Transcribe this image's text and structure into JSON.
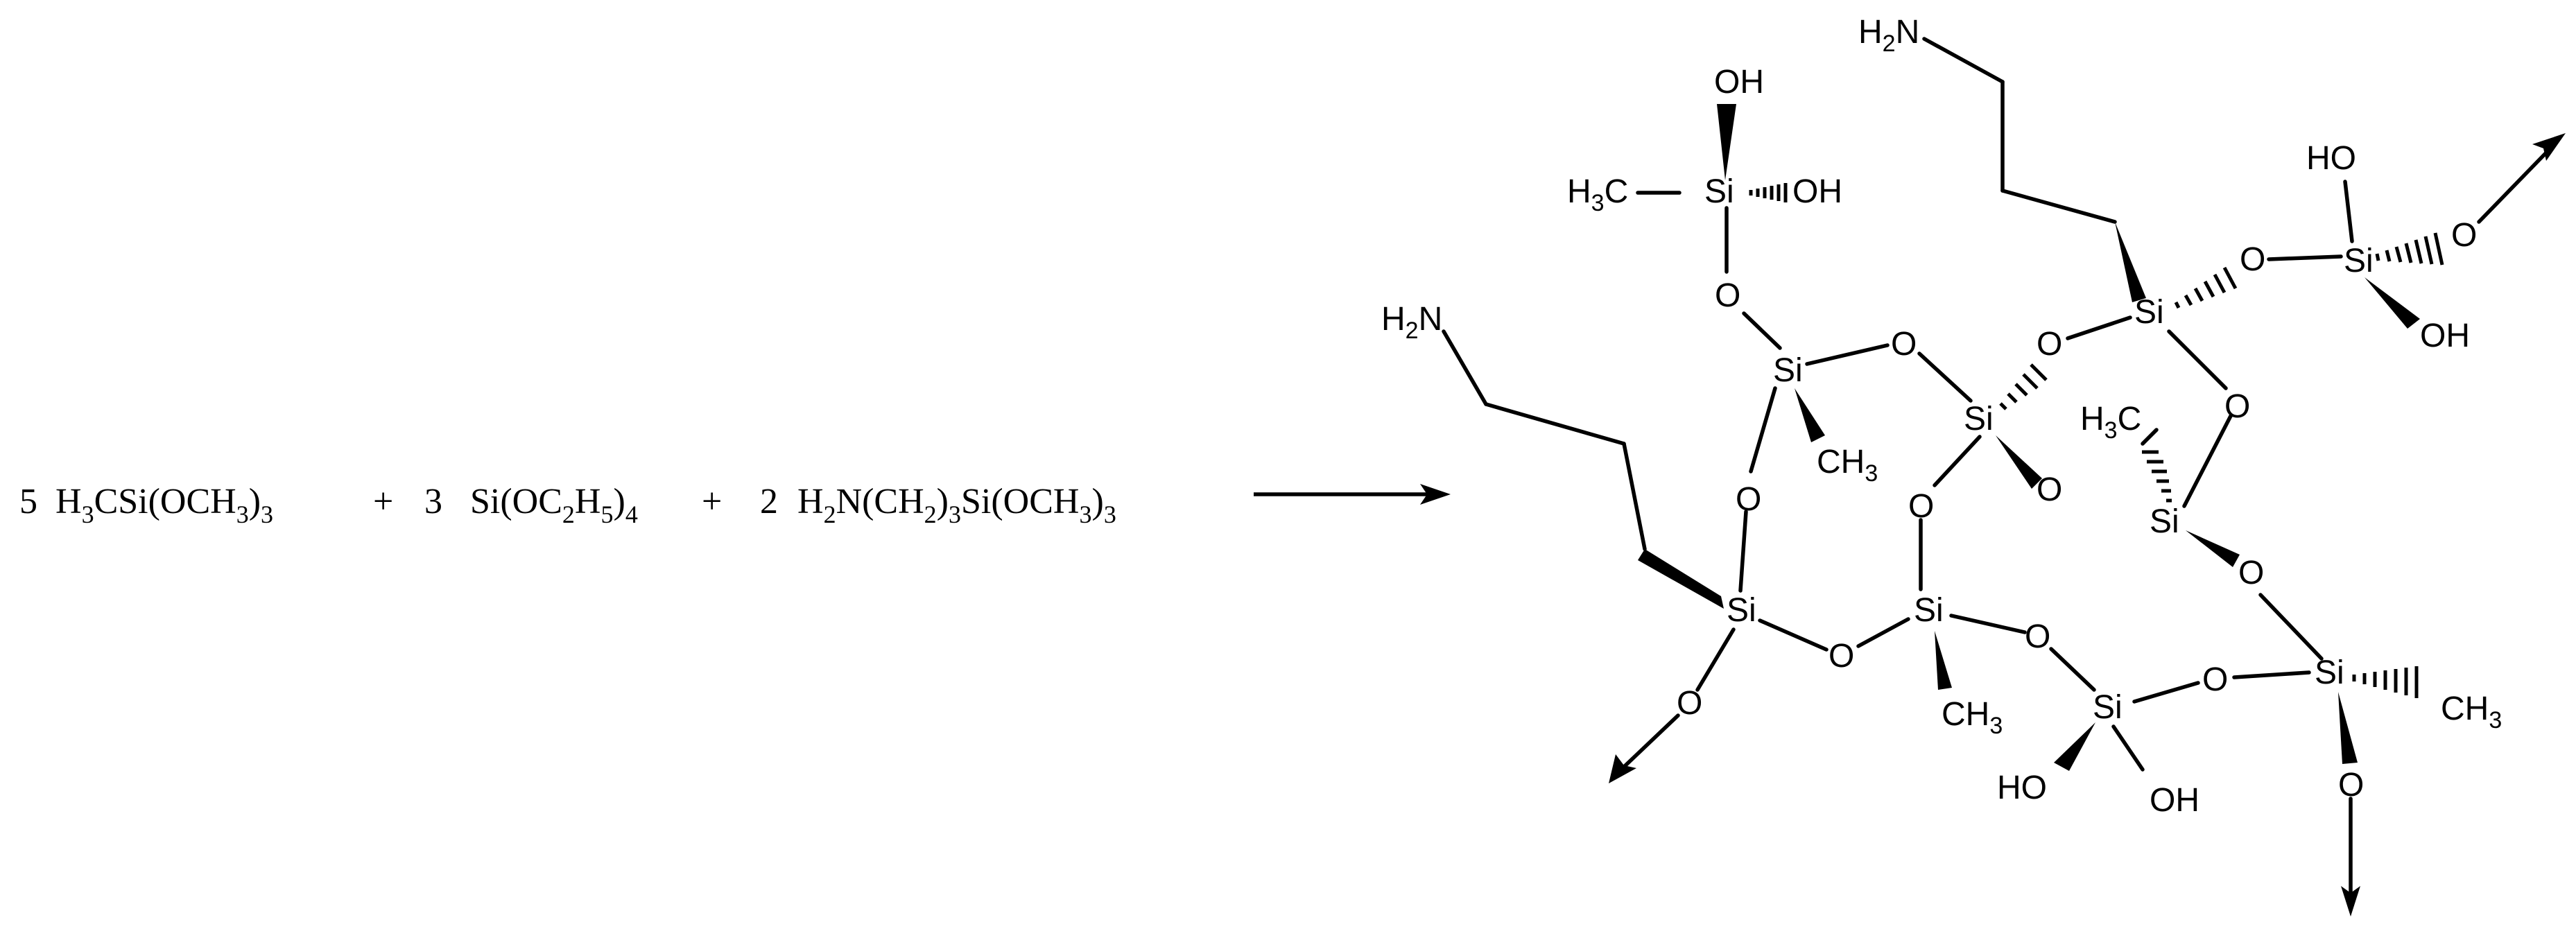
{
  "equation": {
    "coef_1": "5",
    "reagent_1_a": "H",
    "reagent_1_a_sub": "3",
    "reagent_1_b": "CSi(OCH",
    "reagent_1_b_sub": "3",
    "reagent_1_c": ")",
    "reagent_1_c_sub": "3",
    "plus_1": "+",
    "coef_2": "3",
    "reagent_2_a": "Si(OC",
    "reagent_2_a_sub": "2",
    "reagent_2_b": "H",
    "reagent_2_b_sub": "5",
    "reagent_2_c": ")",
    "reagent_2_c_sub": "4",
    "plus_2": "+",
    "coef_3": "2",
    "reagent_3_a": "H",
    "reagent_3_a_sub": "2",
    "reagent_3_b": "N(CH",
    "reagent_3_b_sub": "2",
    "reagent_3_c": ")",
    "reagent_3_c_sub": "3",
    "reagent_3_d": "Si(OCH",
    "reagent_3_d_sub": "3",
    "reagent_3_e": ")",
    "reagent_3_e_sub": "3"
  },
  "atoms": {
    "si": "Si",
    "o": "O",
    "oh": "OH",
    "ho": "HO",
    "h": "H",
    "n": "N",
    "c": "C",
    "h3c": "H3C",
    "ch3": "CH3",
    "h2n": "H2N",
    "sub2": "2",
    "sub3": "3"
  }
}
